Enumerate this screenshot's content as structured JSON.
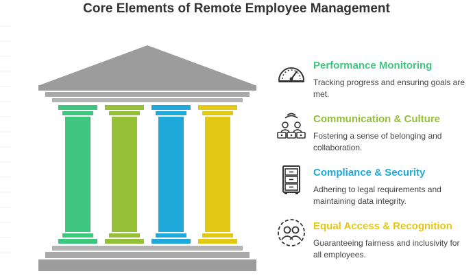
{
  "title": "Core Elements of Remote Employee Management",
  "colors": {
    "green": "#3ec67f",
    "olive": "#94bf37",
    "blue": "#1fa9db",
    "yellow": "#e3c814",
    "temple_gray": "#9c9c9c",
    "text": "#444444"
  },
  "items": [
    {
      "heading": "Performance Monitoring",
      "description": "Tracking progress and ensuring goals are met.",
      "icon": "speedometer-icon",
      "color": "#3ec67f"
    },
    {
      "heading": "Communication & Culture",
      "description": "Fostering a sense of belonging and collaboration.",
      "icon": "team-chat-icon",
      "color": "#94bf37"
    },
    {
      "heading": "Compliance & Security",
      "description": "Adhering to legal requirements and maintaining data integrity.",
      "icon": "file-cabinet-icon",
      "color": "#1fa9db"
    },
    {
      "heading": "Equal Access & Recognition",
      "description": "Guaranteeing fairness and inclusivity for all employees.",
      "icon": "people-circle-icon",
      "color": "#e3c814"
    }
  ]
}
